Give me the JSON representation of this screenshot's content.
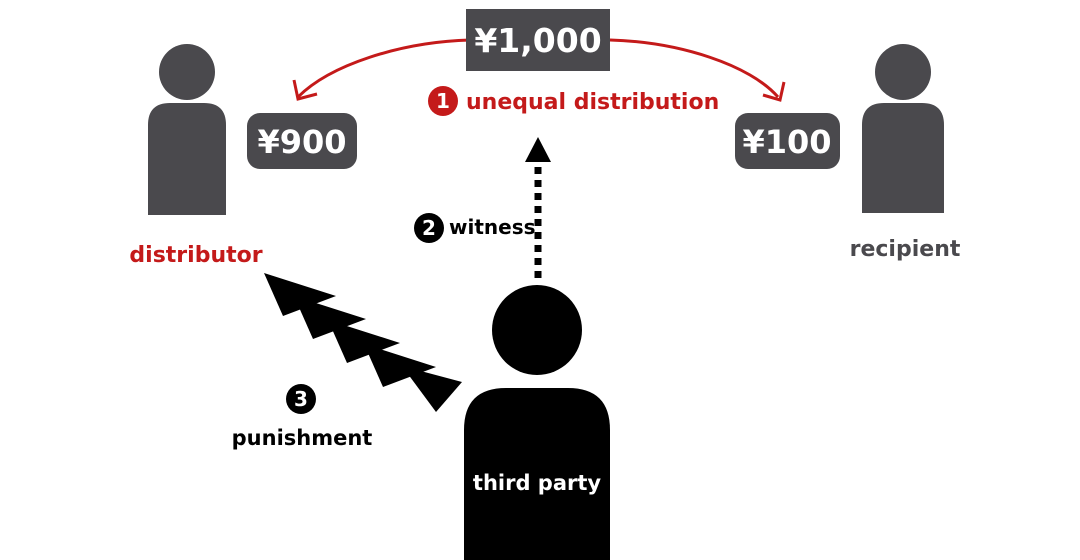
{
  "colors": {
    "accent_red": "#c41a1a",
    "person_gray": "#4a494d",
    "box_gray": "#4a494d",
    "black": "#000000",
    "white": "#ffffff"
  },
  "total": {
    "amount": "¥1,000"
  },
  "steps": [
    {
      "number": "1",
      "label": "unequal distribution"
    },
    {
      "number": "2",
      "label": "witness"
    },
    {
      "number": "3",
      "label": "punishment"
    }
  ],
  "distributor": {
    "label": "distributor",
    "amount": "¥900",
    "icon": "person-icon"
  },
  "recipient": {
    "label": "recipient",
    "amount": "¥100",
    "icon": "person-icon"
  },
  "third_party": {
    "label": "third party",
    "icon": "person-icon"
  }
}
